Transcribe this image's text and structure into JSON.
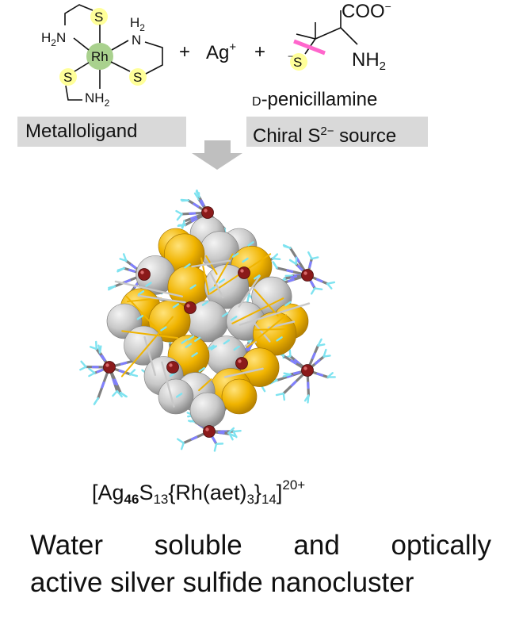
{
  "reactants": {
    "metal_symbol": "Rh",
    "h2": "H",
    "h2_sub": "2",
    "n": "N",
    "nh2": "NH",
    "nh2_sub": "2",
    "sulfur": "S",
    "plus": "+",
    "silver_ion": "Ag",
    "silver_charge": "+",
    "carboxylate": "COO",
    "carboxylate_charge": "−",
    "thiolate_charge": "−",
    "amine": "NH",
    "amine_sub": "2"
  },
  "labels": {
    "d_prefix": "D",
    "penicillamine": "-penicillamine",
    "metalloligand": "Metalloligand",
    "chiral_prefix": "Chiral S",
    "chiral_sup": "2−",
    "chiral_suffix": " source"
  },
  "formula": {
    "open": "[Ag",
    "ag_count": "46",
    "s": "S",
    "s_count": "13",
    "ligand_open": "{Rh(aet)",
    "aet_count": "3",
    "ligand_close": "}",
    "ligand_count": "14",
    "close": "]",
    "charge": "20+"
  },
  "caption": {
    "line1": [
      "Water",
      "soluble",
      "and",
      "optically"
    ],
    "line2": "active silver sulfide nanocluster"
  },
  "colors": {
    "sulfur_highlight": "#ffff99",
    "rhodium_highlight": "#a9d18e",
    "cleavage_mark": "#ff66cc",
    "arrow": "#bfbfbf",
    "label_background": "#d9d9d9",
    "silver_atom": "#c8c8c8",
    "sulfur_atom": "#f0b400",
    "rhodium_atom": "#8b1a1a",
    "ligand_bond": "#808080",
    "hydrogen": "#7fe3f0",
    "nitrogen": "#8080ff"
  },
  "icons": {
    "reaction_arrow": "down-arrow-icon",
    "nanocluster": "nanocluster-model-icon"
  }
}
